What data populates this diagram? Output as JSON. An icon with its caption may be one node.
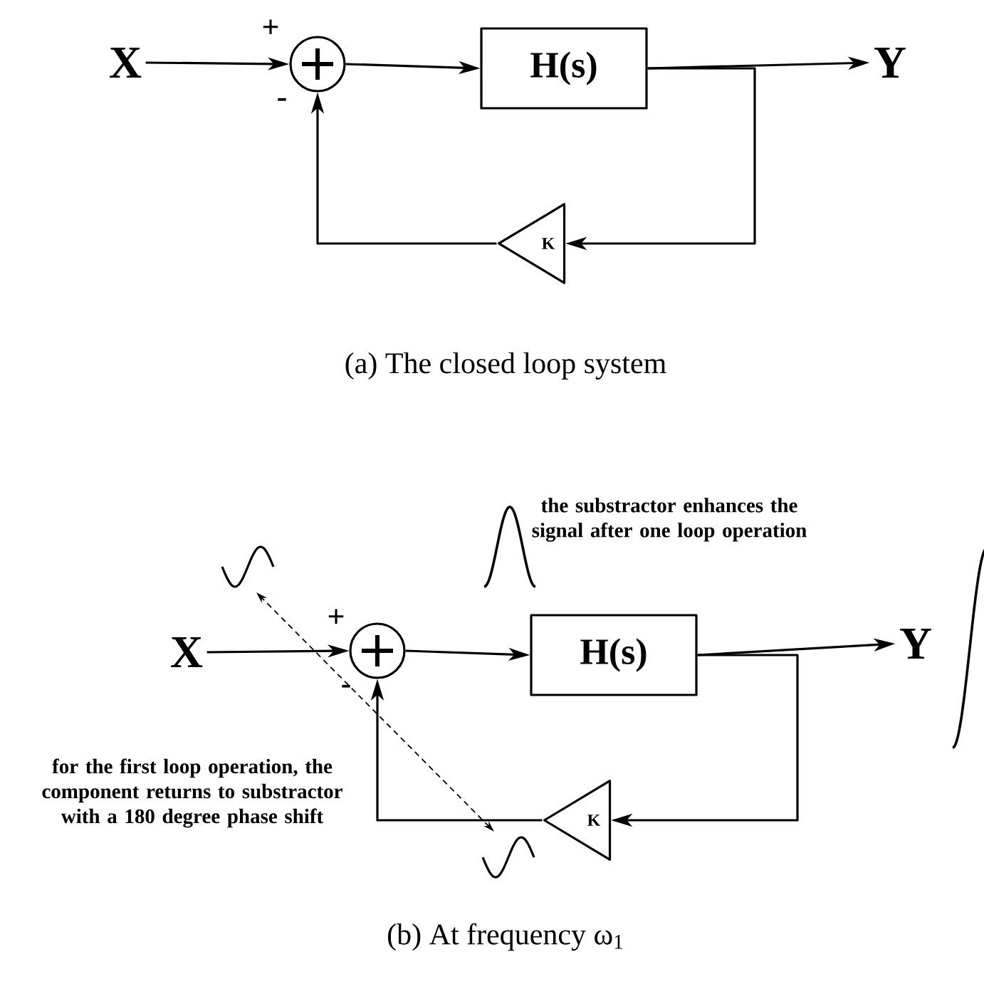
{
  "diagram": {
    "nodes": [
      {
        "text": [
          "X"
        ]
      },
      {
        "text": [],
        "shape": "circle"
      },
      {
        "text": [
          "H(s)"
        ]
      },
      {
        "text": [
          "Y"
        ]
      },
      {
        "text": [
          "K"
        ]
      },
      {
        "text": [
          "X"
        ]
      },
      {
        "text": [],
        "shape": "circle"
      },
      {
        "text": [
          "H(s)"
        ]
      },
      {
        "text": [
          "Y"
        ]
      },
      {
        "text": [
          "K"
        ]
      },
      {
        "text": [],
        "shape": "picture"
      },
      {
        "text": [],
        "shape": "picture"
      }
    ],
    "edges": [
      {
        "from": 0,
        "to": 1,
        "arrow": "to"
      },
      {
        "from": 1,
        "to": 2,
        "arrow": "to"
      },
      {
        "from": 2,
        "to": 3,
        "arrow": "to"
      },
      {
        "from": 2,
        "to": 4,
        "arrow": "to"
      },
      {
        "from": 4,
        "to": 1,
        "arrow": "to"
      },
      {
        "from": 5,
        "to": 6,
        "arrow": "to"
      },
      {
        "from": 6,
        "to": 7,
        "arrow": "to"
      },
      {
        "from": 7,
        "to": 8,
        "arrow": "to"
      },
      {
        "from": 7,
        "to": 9,
        "arrow": "to"
      },
      {
        "from": 9,
        "to": 6,
        "arrow": "to"
      },
      {
        "from": 11,
        "to": 10,
        "arrow": "both",
        "style": "dashed"
      }
    ],
    "labels": [
      "+",
      "-",
      "(a) The closed loop system",
      "the substractor enhances the signal after one loop operation",
      "+",
      "-",
      "for the first loop operation, the component returns to substractor with a 180 degree phase shift",
      "(b) At frequency ω$_{1}$"
    ]
  }
}
